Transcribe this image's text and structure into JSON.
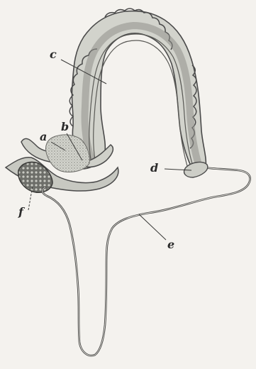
{
  "figure": {
    "labels": {
      "a": "a",
      "b": "b",
      "c": "c",
      "d": "d",
      "e": "e",
      "f": "f"
    }
  },
  "colors": {
    "paper": "#f4f2ee",
    "outline": "#4a4a4a",
    "shading": "#a9aaa4",
    "tissue": "#d6d7d0",
    "gland": "#5a5a56"
  }
}
